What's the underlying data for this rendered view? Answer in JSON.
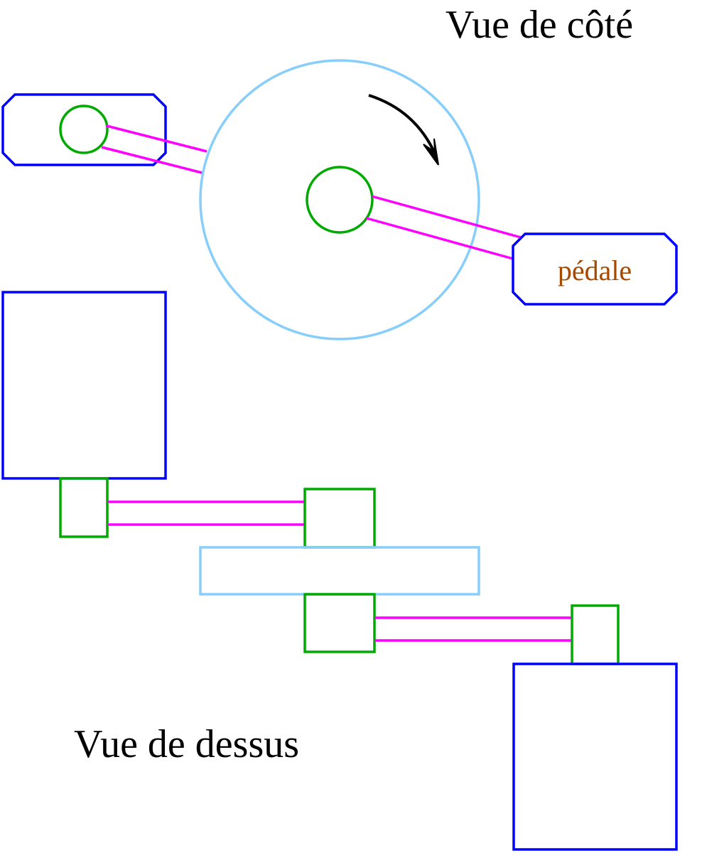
{
  "labels": {
    "side_view_title": "Vue de côté",
    "top_view_title": "Vue de dessus",
    "pedal": "pédale"
  },
  "colors": {
    "frame": "#0000ff",
    "axle": "#00aa00",
    "crank": "#ff00ff",
    "wheel": "#87cefa",
    "pedal_text": "#a54a00",
    "arrow": "#000000"
  }
}
